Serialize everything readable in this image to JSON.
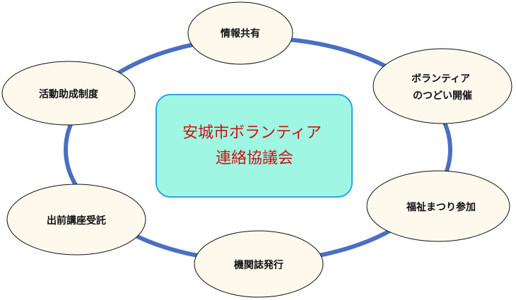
{
  "center": {
    "lines": [
      "安城市ボランティア",
      "連絡協議会"
    ]
  },
  "nodes": [
    {
      "id": "info-sharing",
      "lines": [
        "情報共有"
      ]
    },
    {
      "id": "volunteer-gathering",
      "lines": [
        "ボランティア",
        "のつどい開催"
      ]
    },
    {
      "id": "welfare-festival",
      "lines": [
        "福祉まつり参加"
      ]
    },
    {
      "id": "newsletter",
      "lines": [
        "機関誌発行"
      ]
    },
    {
      "id": "outreach-lecture",
      "lines": [
        "出前講座受託"
      ]
    },
    {
      "id": "activity-grant",
      "lines": [
        "活動助成制度"
      ]
    }
  ],
  "colors": {
    "ring": "#4a6fc2",
    "node_fill": "#fdf9ed",
    "node_stroke": "#111111",
    "center_fill": "#9ff7e3",
    "center_stroke": "#2aa6e0",
    "center_text": "#cc1111"
  }
}
